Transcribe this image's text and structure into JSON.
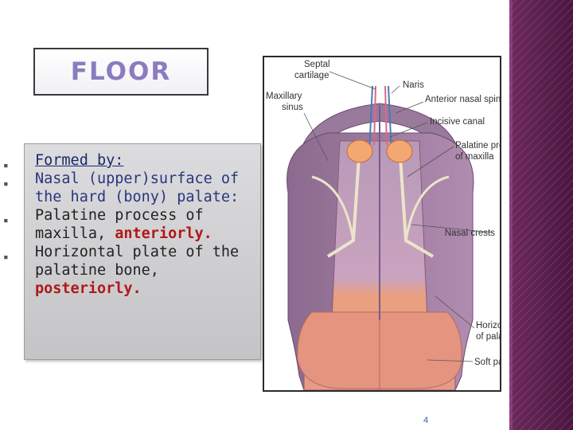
{
  "slide": {
    "title": "FLOOR",
    "page_number": "4",
    "bullets": [
      {
        "text": "Formed by:"
      },
      {
        "text": "Nasal (upper)surface of the hard (bony) palate:"
      },
      {
        "text": "Palatine process of maxilla, ",
        "emphasis": "anteriorly."
      },
      {
        "text": "Horizontal plate of the palatine bone, ",
        "emphasis": "posteriorly."
      }
    ]
  },
  "figure": {
    "labels": {
      "septal": "Septal",
      "cartilage": "cartilage",
      "maxillary": "Maxillary",
      "sinus": "sinus",
      "naris": "Naris",
      "anterior_nasal_spine": "Anterior nasal spine",
      "incisive_canal": "Incisive canal",
      "palatine_process_1": "Palatine process",
      "palatine_process_2": "of maxilla",
      "nasal_crests": "Nasal crests",
      "horizontal_plate_1": "Horizontal plate",
      "horizontal_plate_2": "of palatine",
      "soft_palate": "Soft palate"
    }
  },
  "colors": {
    "title": "#8b7cc0",
    "heading": "#1a2a6a",
    "blue_text": "#2b3580",
    "emphasis": "#b01818",
    "strip": "#5a1e4e"
  }
}
